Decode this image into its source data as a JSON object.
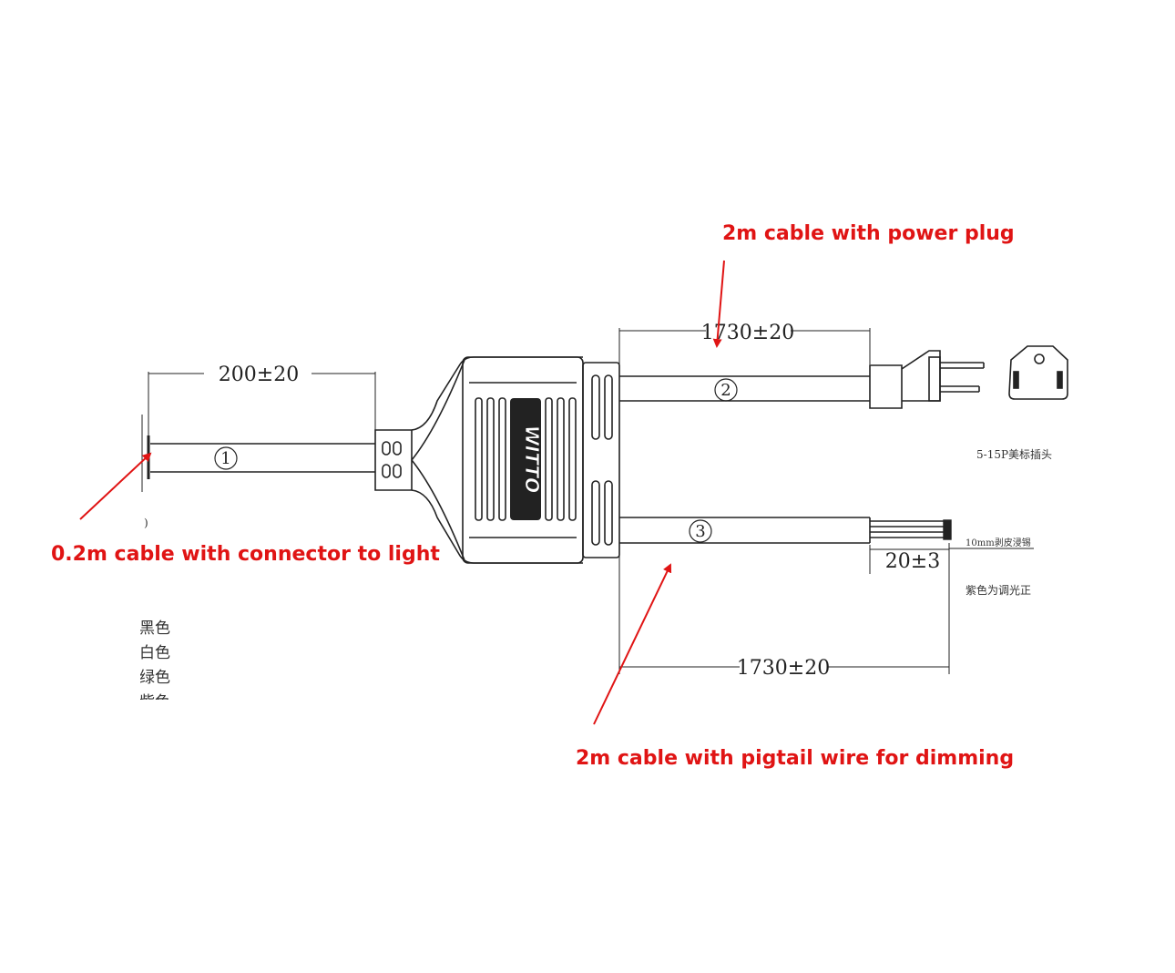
{
  "annotations": {
    "power_plug_label": "2m cable with power plug",
    "connector_label": "0.2m cable with connector to light",
    "dimming_label": "2m cable with pigtail wire for dimming",
    "color": "#e01414"
  },
  "dimensions": {
    "cable1_length": "200±20",
    "cable2_length": "1730±20",
    "cable3_length": "1730±20",
    "strip_length": "20±3"
  },
  "cable_numbers": {
    "cable1": "1",
    "cable2": "2",
    "cable3": "3"
  },
  "notes": {
    "plug_type": "5-15P美标插头",
    "strip_note": "10mm剥皮浸锡",
    "dimming_note": "紫色为调光正",
    "left_paren": ")"
  },
  "wire_colors": [
    "黑色",
    "白色",
    "绿色",
    "紫色"
  ],
  "logo_text": "WITTO"
}
